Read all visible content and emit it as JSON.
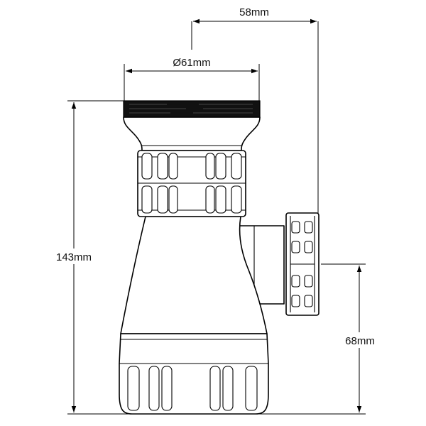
{
  "diagram": {
    "subject": "bottle trap technical drawing",
    "dimensions": {
      "outlet_offset": "58mm",
      "top_diameter": "Ø61mm",
      "total_height": "143mm",
      "outlet_height": "68mm"
    },
    "colors": {
      "line": "#000000",
      "background": "#ffffff",
      "gasket": "#111111"
    }
  }
}
